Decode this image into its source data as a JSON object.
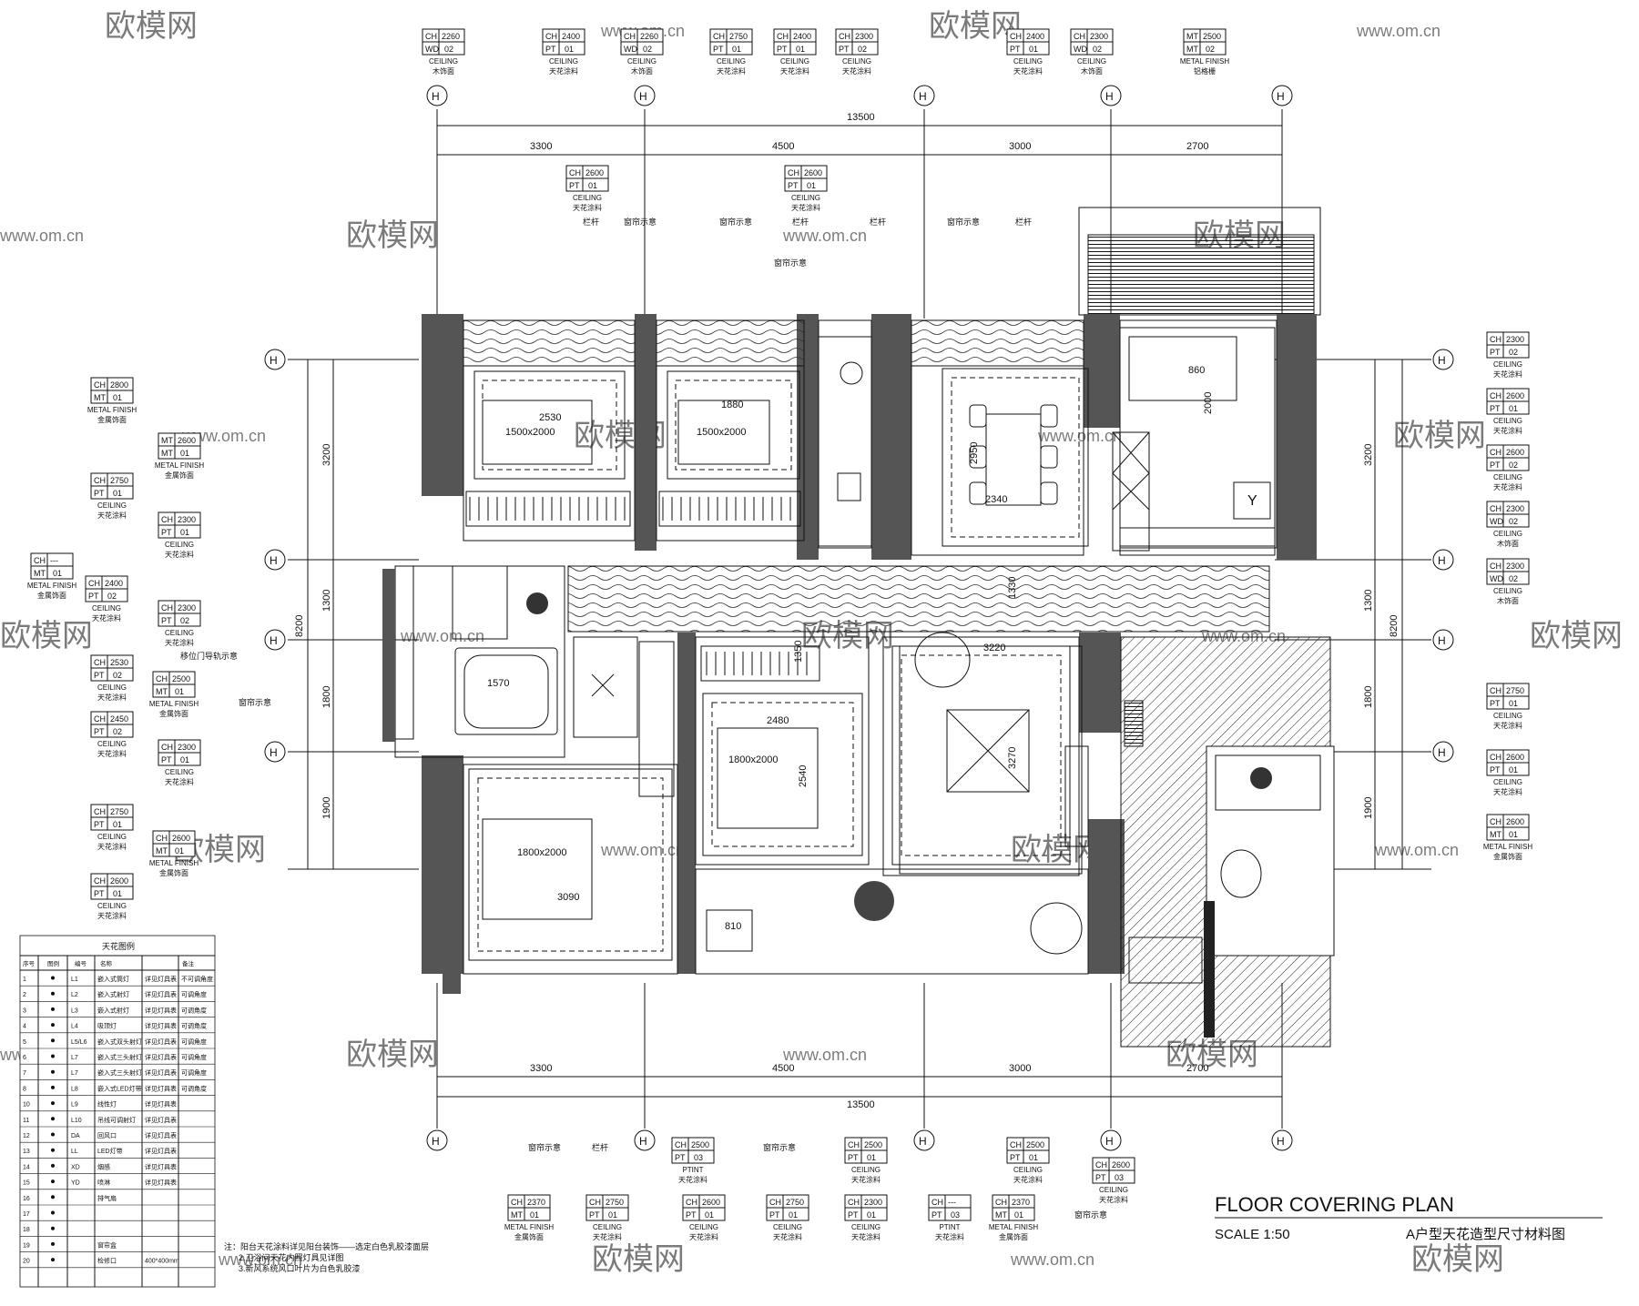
{
  "title_block": {
    "title": "FLOOR COVERING PLAN",
    "scale": "SCALE 1:50",
    "subtitle": "A户型天花造型尺寸材料图"
  },
  "watermark": {
    "logo_text": "欧模网",
    "url_text": "www.om.cn"
  },
  "axis_labels": [
    "H",
    "H",
    "H",
    "H",
    "H"
  ],
  "dimensions": {
    "overall": "13500",
    "top_segments": [
      "3300",
      "4500",
      "3000",
      "2700"
    ],
    "bottom_segments": [
      "3300",
      "4500",
      "3000",
      "2700"
    ],
    "side_overall": "8200",
    "left_segments": [
      "3200",
      "1300",
      "1800",
      "1900"
    ],
    "right_segments": [
      "3200",
      "1300",
      "1800",
      "1900"
    ]
  },
  "room_labels": {
    "bed1_size": "1500x2000",
    "bed2_size": "1500x2000",
    "bed3_size": "1800x2000",
    "master_size": "1800x2000",
    "dim_2530": "2530",
    "dim_1880": "1880",
    "dim_2340": "2340",
    "dim_2950": "2950",
    "dim_2480": "2480",
    "dim_3090": "3090",
    "dim_3220": "3220",
    "dim_3270": "3270",
    "dim_1570": "1570",
    "dim_860": "860",
    "dim_810": "810",
    "dim_2000": "2000",
    "dim_1330": "1330",
    "dim_1350": "1350",
    "dim_2540": "2540",
    "y_mark": "Y"
  },
  "top_tags": [
    {
      "ch": "CH 2260",
      "code": "WD 02",
      "en": "CEILING",
      "cn": "木饰面"
    },
    {
      "ch": "CH 2400",
      "code": "PT 01",
      "en": "CEILING",
      "cn": "天花涂料"
    },
    {
      "ch": "CH 2260",
      "code": "WD 02",
      "en": "CEILING",
      "cn": "木饰面"
    },
    {
      "ch": "CH 2750",
      "code": "PT 01",
      "en": "CEILING",
      "cn": "天花涂料"
    },
    {
      "ch": "CH 2400",
      "code": "PT 01",
      "en": "CEILING",
      "cn": "天花涂料"
    },
    {
      "ch": "CH 2300",
      "code": "PT 02",
      "en": "CEILING",
      "cn": "天花涂料"
    },
    {
      "ch": "CH 2400",
      "code": "PT 01",
      "en": "CEILING",
      "cn": "天花涂料"
    },
    {
      "ch": "CH 2300",
      "code": "WD 02",
      "en": "CEILING",
      "cn": "木饰面"
    },
    {
      "ch": "MT 2500",
      "code": "MT 02",
      "en": "METAL FINISH",
      "cn": "铝格栅"
    }
  ],
  "mid_top_tags": [
    {
      "ch": "CH 2600",
      "code": "PT 01",
      "en": "CEILING",
      "cn": "天花涂料"
    },
    {
      "ch": "CH 2600",
      "code": "PT 01",
      "en": "CEILING",
      "cn": "天花涂料"
    }
  ],
  "top_notes": [
    "栏杆",
    "窗帘示意",
    "窗帘示意",
    "栏杆",
    "窗帘示意",
    "栏杆",
    "窗帘示意",
    "栏杆"
  ],
  "left_tags": [
    {
      "ch": "CH 2800",
      "code": "MT 01",
      "en": "METAL FINISH",
      "cn": "金属饰面"
    },
    {
      "ch": "MT 2600",
      "code": "MT 01",
      "en": "METAL FINISH",
      "cn": "金属饰面"
    },
    {
      "ch": "CH 2750",
      "code": "PT 01",
      "en": "CEILING",
      "cn": "天花涂料"
    },
    {
      "ch": "CH 2300",
      "code": "PT 01",
      "en": "CEILING",
      "cn": "天花涂料"
    },
    {
      "ch": "CH ---",
      "code": "MT 01",
      "en": "METAL FINISH",
      "cn": "金属饰面"
    },
    {
      "ch": "CH 2400",
      "code": "PT 02",
      "en": "CEILING",
      "cn": "天花涂料"
    },
    {
      "ch": "CH 2300",
      "code": "PT 02",
      "en": "CEILING",
      "cn": "天花涂料"
    },
    {
      "ch": "CH 2530",
      "code": "PT 02",
      "en": "CEILING",
      "cn": "天花涂料"
    },
    {
      "ch": "CH 2500",
      "code": "MT 01",
      "en": "METAL FINISH",
      "cn": "金属饰面"
    },
    {
      "ch": "CH 2450",
      "code": "PT 02",
      "en": "CEILING",
      "cn": "天花涂料"
    },
    {
      "ch": "CH 2300",
      "code": "PT 01",
      "en": "CEILING",
      "cn": "天花涂料"
    },
    {
      "ch": "CH 2750",
      "code": "PT 01",
      "en": "CEILING",
      "cn": "天花涂料"
    },
    {
      "ch": "CH 2600",
      "code": "MT 01",
      "en": "METAL FINISH",
      "cn": "金属饰面"
    },
    {
      "ch": "CH 2600",
      "code": "PT 01",
      "en": "CEILING",
      "cn": "天花涂料"
    }
  ],
  "left_notes": [
    "移位门导轨示意",
    "窗帘示意"
  ],
  "right_tags": [
    {
      "ch": "CH 2300",
      "code": "PT 02",
      "en": "CEILING",
      "cn": "天花涂料"
    },
    {
      "ch": "CH 2600",
      "code": "PT 01",
      "en": "CEILING",
      "cn": "天花涂料"
    },
    {
      "ch": "CH 2600",
      "code": "PT 02",
      "en": "CEILING",
      "cn": "天花涂料"
    },
    {
      "ch": "CH 2300",
      "code": "WD 02",
      "en": "CEILING",
      "cn": "木饰面"
    },
    {
      "ch": "CH 2300",
      "code": "WD 02",
      "en": "CEILING",
      "cn": "木饰面"
    },
    {
      "ch": "CH 2750",
      "code": "PT 01",
      "en": "CEILING",
      "cn": "天花涂料"
    },
    {
      "ch": "CH 2600",
      "code": "PT 01",
      "en": "CEILING",
      "cn": "天花涂料"
    },
    {
      "ch": "CH 2600",
      "code": "MT 01",
      "en": "METAL FINISH",
      "cn": "金属饰面"
    }
  ],
  "bottom_tags": [
    {
      "ch": "CH 2370",
      "code": "MT 01",
      "en": "METAL FINISH",
      "cn": "金属饰面"
    },
    {
      "ch": "CH 2750",
      "code": "PT 01",
      "en": "CEILING",
      "cn": "天花涂料"
    },
    {
      "ch": "CH 2500",
      "code": "PT 03",
      "en": "PTINT",
      "cn": "天花涂料"
    },
    {
      "ch": "CH 2600",
      "code": "PT 01",
      "en": "CEILING",
      "cn": "天花涂料"
    },
    {
      "ch": "CH 2750",
      "code": "PT 01",
      "en": "CEILING",
      "cn": "天花涂料"
    },
    {
      "ch": "CH 2500",
      "code": "PT 01",
      "en": "CEILING",
      "cn": "天花涂料"
    },
    {
      "ch": "CH 2300",
      "code": "PT 01",
      "en": "CEILING",
      "cn": "天花涂料"
    },
    {
      "ch": "CH ---",
      "code": "PT 03",
      "en": "PTINT",
      "cn": "天花涂料"
    },
    {
      "ch": "CH 2500",
      "code": "PT 01",
      "en": "CEILING",
      "cn": "天花涂料"
    },
    {
      "ch": "CH 2370",
      "code": "MT 01",
      "en": "METAL FINISH",
      "cn": "金属饰面"
    },
    {
      "ch": "CH 2600",
      "code": "PT 03",
      "en": "CEILING",
      "cn": "天花涂料"
    }
  ],
  "bottom_notes": [
    "窗帘示意",
    "栏杆",
    "窗帘示意",
    "窗帘示意"
  ],
  "legend": {
    "title": "天花图例",
    "headers": [
      "序号",
      "图例",
      "编号",
      "名称",
      "",
      "备注"
    ],
    "rows": [
      {
        "no": "1",
        "code": "L1",
        "name": "嵌入式筒灯",
        "spec": "详见灯具表",
        "note": "不可调角度"
      },
      {
        "no": "2",
        "code": "L2",
        "name": "嵌入式射灯",
        "spec": "详见灯具表",
        "note": "可调角度"
      },
      {
        "no": "3",
        "code": "L3",
        "name": "嵌入式射灯",
        "spec": "详见灯具表",
        "note": "可调角度"
      },
      {
        "no": "4",
        "code": "L4",
        "name": "吸顶灯",
        "spec": "详见灯具表",
        "note": "可调角度"
      },
      {
        "no": "5",
        "code": "L5/L6",
        "name": "嵌入式双头射灯",
        "spec": "详见灯具表",
        "note": "可调角度"
      },
      {
        "no": "6",
        "code": "L7",
        "name": "嵌入式三头射灯",
        "spec": "详见灯具表",
        "note": "可调角度"
      },
      {
        "no": "7",
        "code": "L7",
        "name": "嵌入式三头射灯",
        "spec": "详见灯具表",
        "note": "可调角度"
      },
      {
        "no": "8",
        "code": "L8",
        "name": "嵌入式LED灯带",
        "spec": "详见灯具表",
        "note": "可调角度"
      },
      {
        "no": "10",
        "code": "L9",
        "name": "线性灯",
        "spec": "详见灯具表",
        "note": ""
      },
      {
        "no": "11",
        "code": "L10",
        "name": "吊线可调射灯",
        "spec": "详见灯具表",
        "note": ""
      },
      {
        "no": "12",
        "code": "DA",
        "name": "回风口",
        "spec": "详见灯具表",
        "note": ""
      },
      {
        "no": "13",
        "code": "LL",
        "name": "LED灯带",
        "spec": "详见灯具表",
        "note": ""
      },
      {
        "no": "14",
        "code": "XD",
        "name": "烟感",
        "spec": "详见灯具表",
        "note": ""
      },
      {
        "no": "15",
        "code": "YD",
        "name": "喷淋",
        "spec": "详见灯具表",
        "note": ""
      },
      {
        "no": "16",
        "code": "",
        "name": "排气扇",
        "spec": "",
        "note": ""
      },
      {
        "no": "17",
        "code": "",
        "name": "",
        "spec": "",
        "note": ""
      },
      {
        "no": "18",
        "code": "",
        "name": "",
        "spec": "",
        "note": ""
      },
      {
        "no": "19",
        "code": "",
        "name": "窗帘盒",
        "spec": "",
        "note": ""
      },
      {
        "no": "20",
        "code": "",
        "name": "检修口",
        "spec": "400*400mm",
        "note": ""
      }
    ]
  },
  "notes": [
    "注：阳台天花涂料详见阳台装饰——选定白色乳胶漆面层",
    "2.卫浴间天花内照灯具见详图",
    "3.新风系统风口叶片为白色乳胶漆"
  ]
}
